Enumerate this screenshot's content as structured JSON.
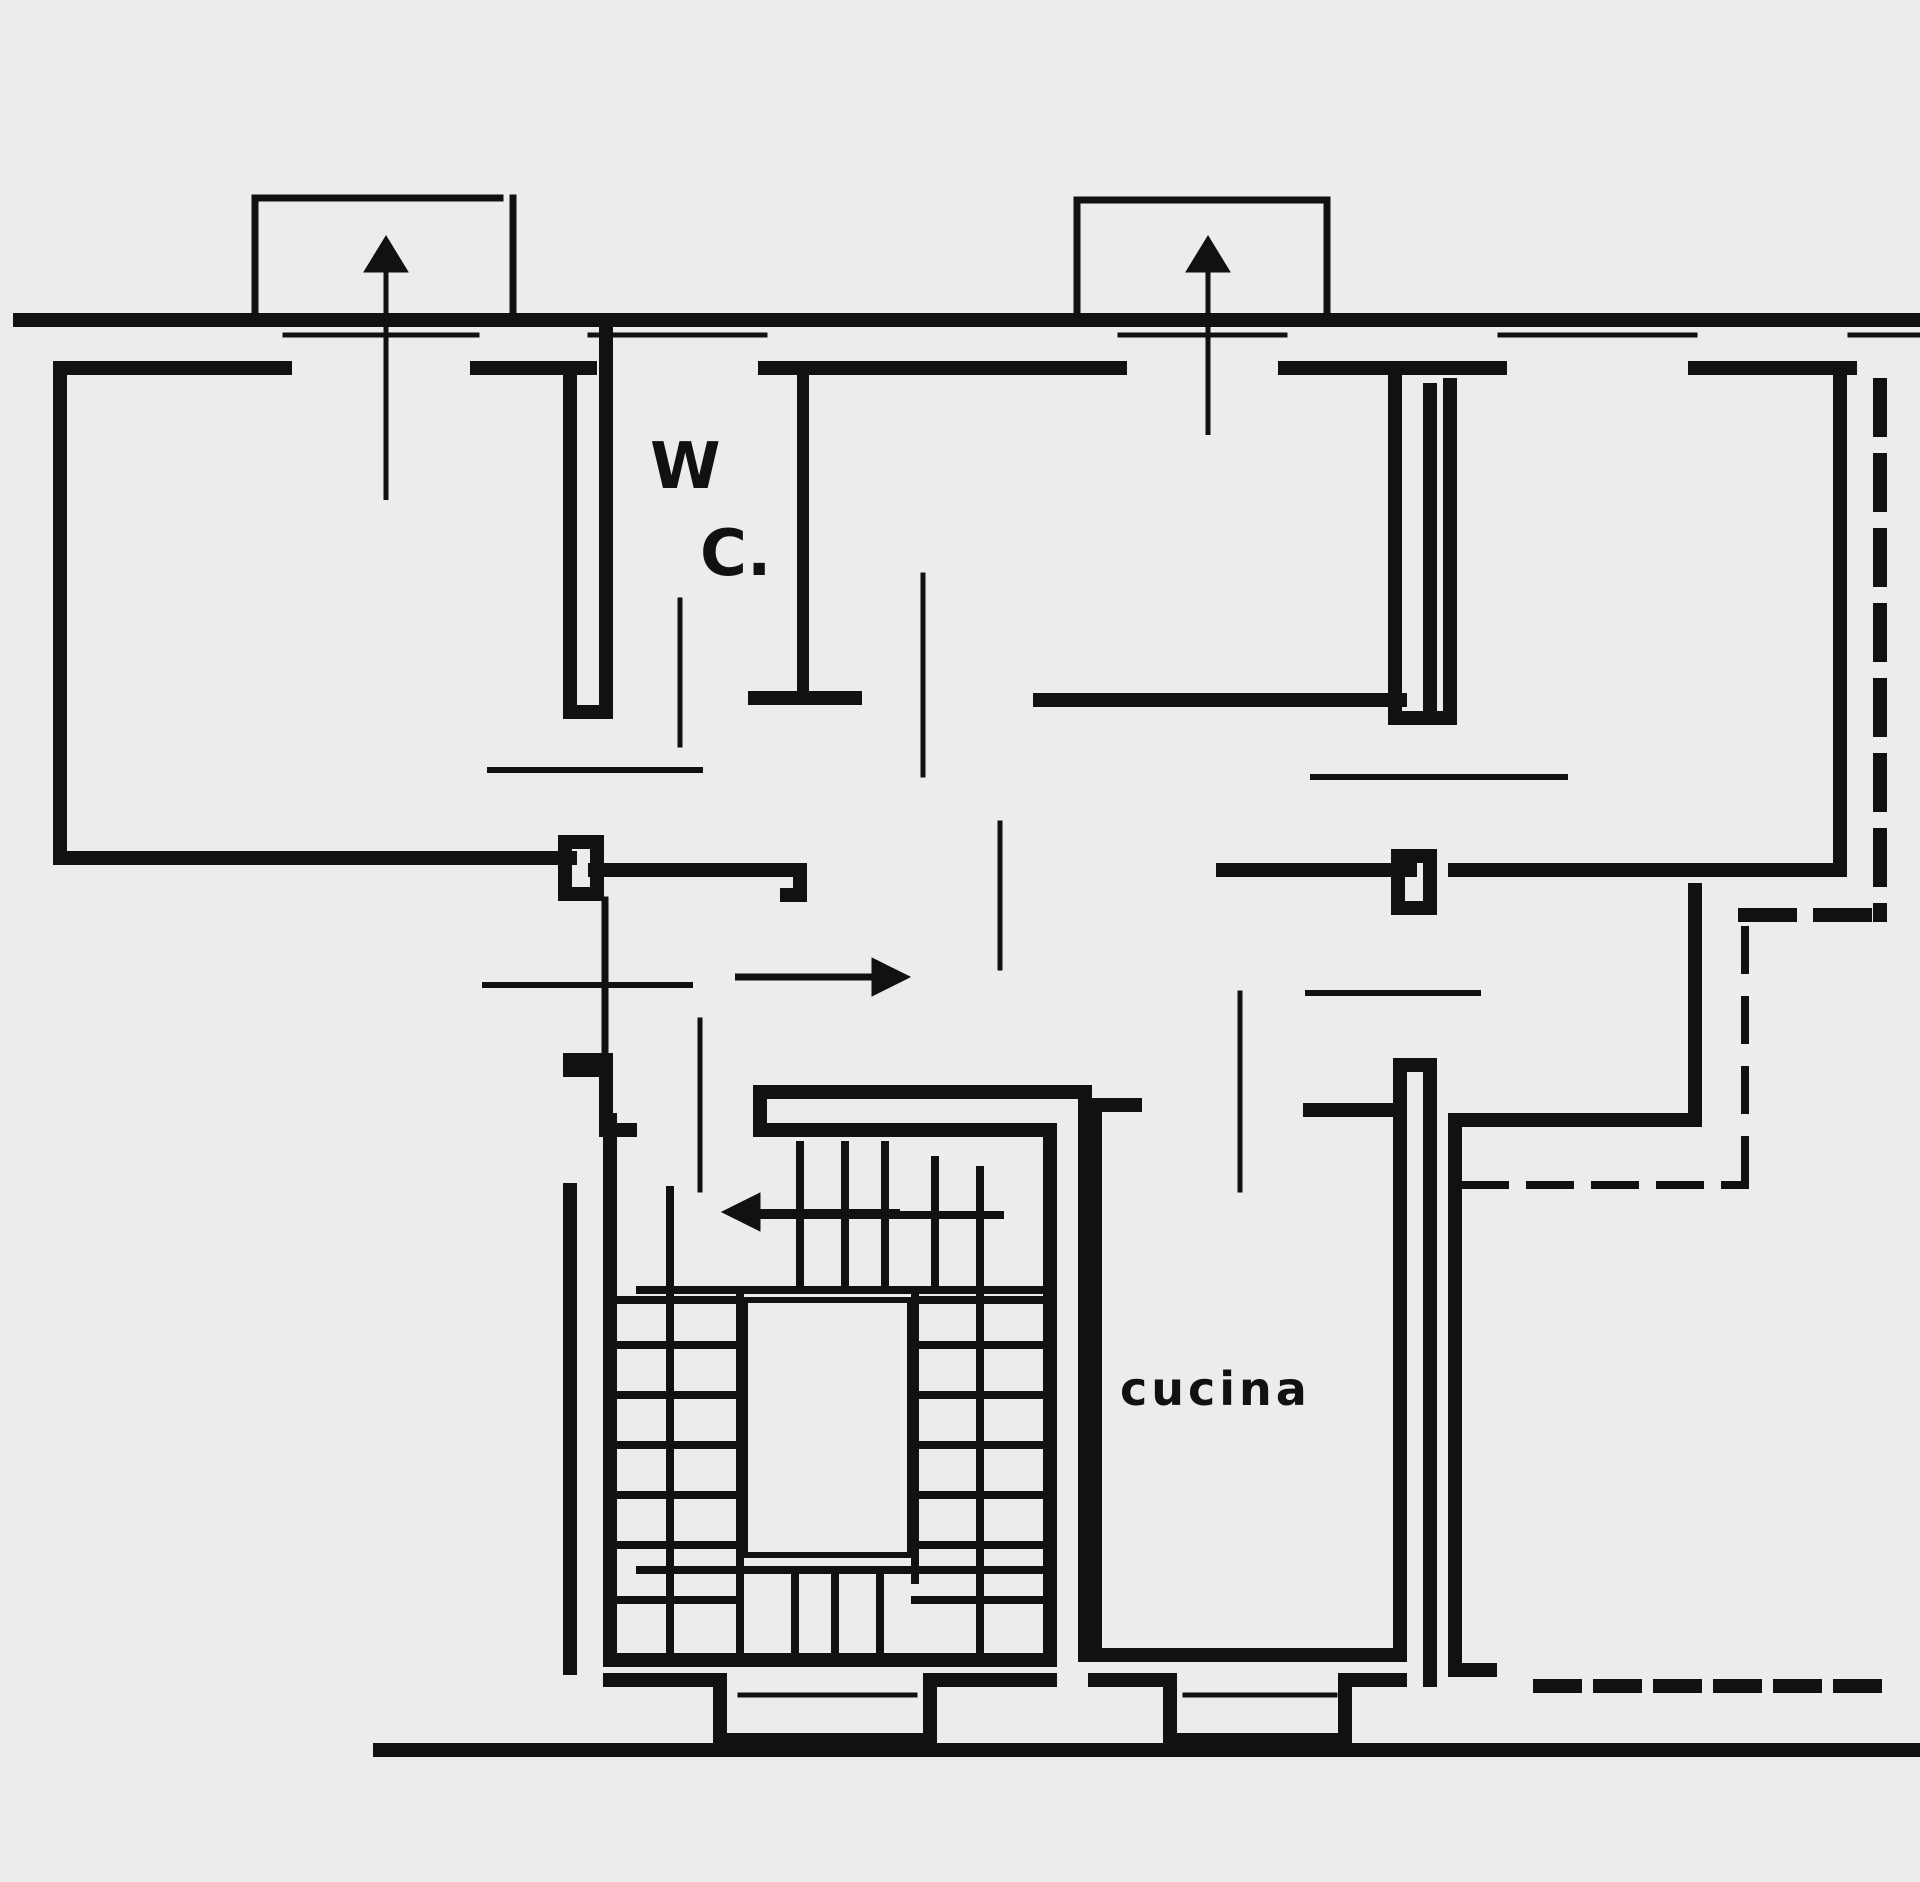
{
  "plan": {
    "labels": {
      "wc_line1": "W",
      "wc_line2": "C.",
      "kitchen": "cucina"
    },
    "colors": {
      "paper": "#ececea",
      "ink": "#111111"
    },
    "icons": [
      "up-arrow-icon",
      "up-arrow-icon",
      "right-arrow-icon",
      "left-arrow-icon"
    ]
  }
}
